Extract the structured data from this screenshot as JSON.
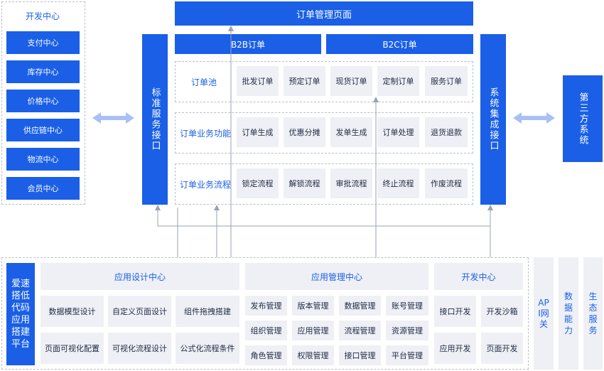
{
  "dev_center_left": {
    "title": "开发中心",
    "items": [
      "支付中心",
      "库存中心",
      "价格中心",
      "供应链中心",
      "物流中心",
      "会员中心"
    ]
  },
  "standard_interface": "标准服务接口",
  "system_interface": "系统集成接口",
  "third_party": "第三方系统",
  "order_page": "订单管理页面",
  "b2b": "B2B订单",
  "b2c": "B2C订单",
  "rows": [
    {
      "label": "订单池",
      "cells": [
        "批发订单",
        "预定订单",
        "现货订单",
        "定制订单",
        "服务订单"
      ]
    },
    {
      "label": "订单业务功能",
      "cells": [
        "订单生成",
        "优惠分摊",
        "发单生成",
        "订单处理",
        "退货退款"
      ]
    },
    {
      "label": "订单业务流程",
      "cells": [
        "锁定流程",
        "解锁流程",
        "审批流程",
        "终止流程",
        "作废流程"
      ]
    }
  ],
  "platform": "爱速搭低代码应用搭建平台",
  "app_design": {
    "title": "应用设计中心",
    "cells": [
      "数据模型设计",
      "自定义页面设计",
      "组件拖拽搭建",
      "页面可视化配置",
      "可视化流程设计",
      "公式化流程条件"
    ]
  },
  "app_manage": {
    "title": "应用管理中心",
    "cells": [
      "发布管理",
      "版本管理",
      "数据管理",
      "账号管理",
      "组织管理",
      "应用管理",
      "流程管理",
      "资源管理",
      "角色管理",
      "权限管理",
      "接口管理",
      "平台管理"
    ]
  },
  "dev_center_bottom": {
    "title": "开发中心",
    "cells": [
      "接口开发",
      "开发沙箱",
      "应用开发",
      "页面开发"
    ]
  },
  "side_columns": [
    "API网关",
    "数据能力",
    "生态服务"
  ],
  "colors": {
    "primary": "#1a5fe6",
    "light_gray": "#eef0f5",
    "arrow_light": "#a9c0f5"
  }
}
